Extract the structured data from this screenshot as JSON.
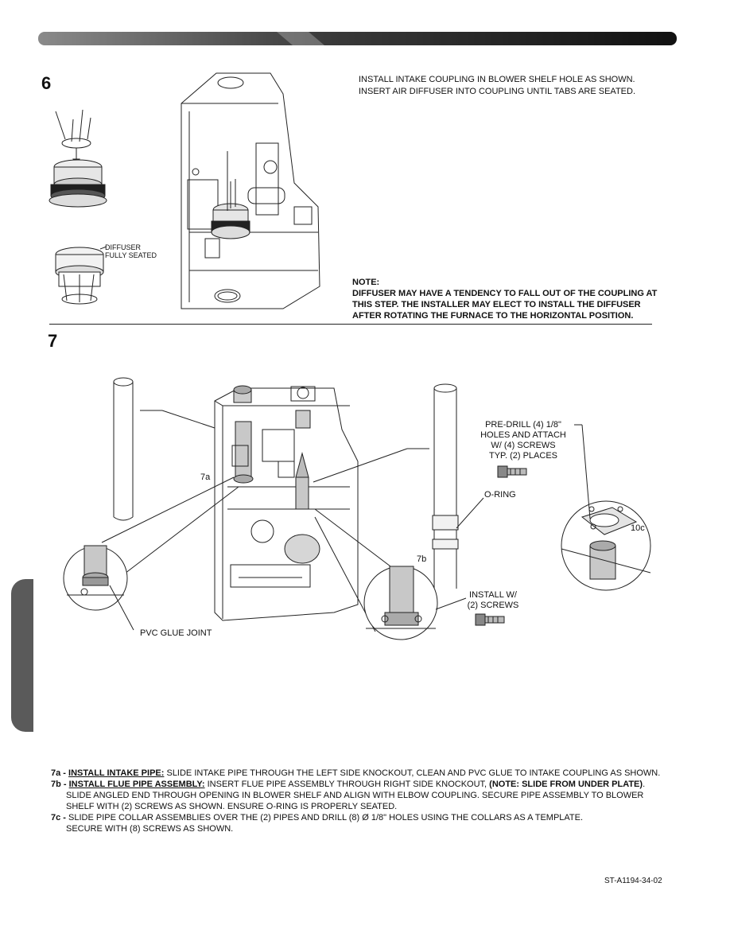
{
  "step6": {
    "number": "6",
    "instructions": [
      "INSTALL INTAKE COUPLING IN BLOWER SHELF HOLE AS SHOWN.",
      "INSERT AIR DIFFUSER INTO COUPLING UNTIL TABS ARE SEATED."
    ],
    "diffuser_label": [
      "DIFFUSER",
      "FULLY SEATED"
    ],
    "note_title": "NOTE:",
    "note_lines": [
      "DIFFUSER MAY HAVE A TENDENCY TO FALL OUT OF THE COUPLING AT",
      "THIS STEP. THE INSTALLER MAY ELECT TO INSTALL THE DIFFUSER",
      "AFTER ROTATING THE FURNACE TO THE HORIZONTAL POSITION."
    ]
  },
  "step7": {
    "number": "7",
    "labels": {
      "l7a": "7a",
      "l7b": "7b",
      "l10c": "10c",
      "predrill": [
        "PRE-DRILL (4) 1/8\"",
        "HOLES AND ATTACH",
        "W/ (4) SCREWS",
        "TYP. (2) PLACES"
      ],
      "oring": "O-RING",
      "install": [
        "INSTALL W/",
        "(2) SCREWS"
      ],
      "pvc": "PVC GLUE JOINT"
    },
    "steps": {
      "a_prefix": "7a - ",
      "a_title": "INSTALL INTAKE PIPE:",
      "a_text": " SLIDE INTAKE PIPE THROUGH THE LEFT SIDE KNOCKOUT, CLEAN AND PVC GLUE TO INTAKE COUPLING AS SHOWN.",
      "b_prefix": "7b - ",
      "b_title": "INSTALL FLUE PIPE ASSEMBLY:",
      "b_text": " INSERT FLUE PIPE ASSEMBLY THROUGH RIGHT SIDE KNOCKOUT, ",
      "b_bold": "(NOTE: SLIDE FROM UNDER PLATE)",
      "b_end": ".",
      "b_line2": "SLIDE ANGLED END THROUGH OPENING IN BLOWER SHELF AND ALIGN WITH ELBOW COUPLING. SECURE PIPE ASSEMBLY TO BLOWER",
      "b_line3": "SHELF WITH (2) SCREWS AS SHOWN. ENSURE O-RING IS PROPERLY SEATED.",
      "c_prefix": "7c - ",
      "c_line1": "SLIDE PIPE COLLAR ASSEMBLIES OVER THE (2) PIPES AND DRILL (8) Ø 1/8\" HOLES USING THE COLLARS AS A TEMPLATE.",
      "c_line2": "SECURE WITH (8) SCREWS AS SHOWN."
    }
  },
  "doc_code": "ST-A1194-34-02"
}
